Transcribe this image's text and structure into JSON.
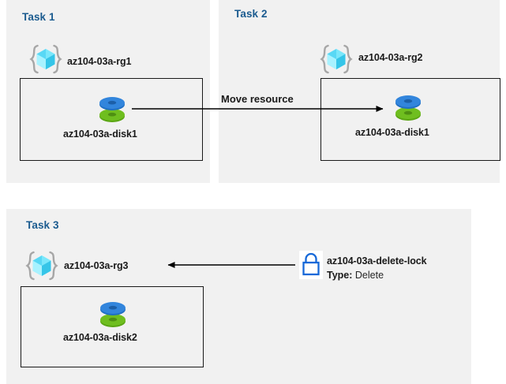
{
  "diagram": {
    "title": "Azure resource group tasks diagram",
    "background_color": "#ffffff",
    "panel_color": "#f1f1f1",
    "title_color": "#1b5b8f",
    "box_border_color": "#1a1a1a",
    "arrow_color": "#000000",
    "icons": {
      "resource_group": "resource-group-icon",
      "disk": "managed-disk-icon",
      "lock": "lock-icon"
    }
  },
  "panels": [
    {
      "id": "task1",
      "title": "Task 1",
      "resource_group": {
        "name": "az104-03a-rg1",
        "icon": "resource-group-icon"
      },
      "resources": [
        {
          "name": "az104-03a-disk1",
          "icon": "managed-disk-icon"
        }
      ]
    },
    {
      "id": "task2",
      "title": "Task 2",
      "resource_group": {
        "name": "az104-03a-rg2",
        "icon": "resource-group-icon"
      },
      "resources": [
        {
          "name": "az104-03a-disk1",
          "icon": "managed-disk-icon"
        }
      ]
    },
    {
      "id": "task3",
      "title": "Task 3",
      "resource_group": {
        "name": "az104-03a-rg3",
        "icon": "resource-group-icon"
      },
      "resources": [
        {
          "name": "az104-03a-disk2",
          "icon": "managed-disk-icon"
        }
      ],
      "lock": {
        "name": "az104-03a-delete-lock",
        "icon": "lock-icon",
        "type_key": "Type:",
        "type_value": "Delete"
      }
    }
  ],
  "connectors": [
    {
      "id": "move-resource",
      "label": "Move resource",
      "from": "az104-03a-disk1 (Task 1)",
      "to": "az104-03a-disk1 (Task 2)",
      "direction": "right"
    },
    {
      "id": "lock-applies-to-rg3",
      "label": "",
      "from": "az104-03a-delete-lock",
      "to": "az104-03a-rg3",
      "direction": "left"
    }
  ]
}
